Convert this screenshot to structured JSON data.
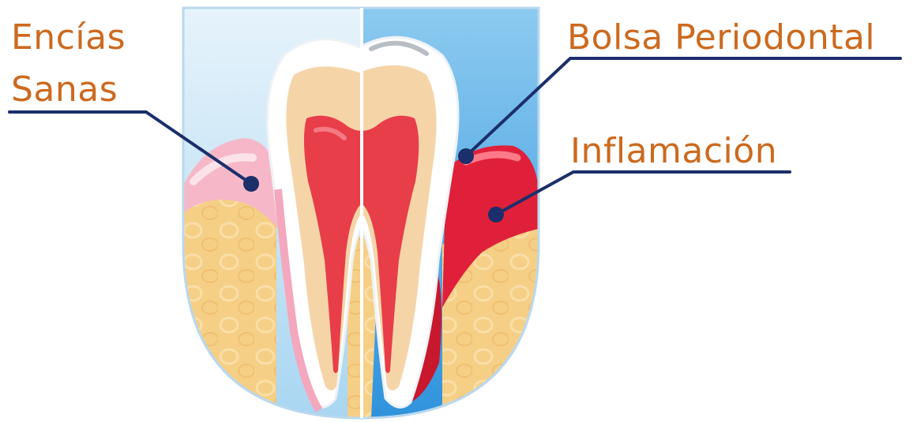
{
  "labels": {
    "healthy_gums_line1": "Encías",
    "healthy_gums_line2": "Sanas",
    "periodontal_pocket": "Bolsa Periodontal",
    "inflammation": "Inflamación"
  },
  "colors": {
    "label_text": "#cc6a1f",
    "leader_line": "#1b2f6b",
    "background_left": "#cfe8f7",
    "background_right": "#4aa8e4",
    "bone": "#f4c97a",
    "gum_healthy": "#f6b8c8",
    "gum_inflamed": "#e0203a",
    "enamel": "#ffffff",
    "dentin": "#f5d5a8",
    "pulp": "#e83e4a"
  }
}
